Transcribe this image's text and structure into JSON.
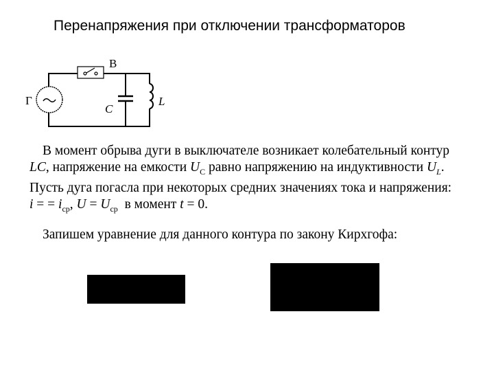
{
  "title": "Перенапряжения при отключении трансформаторов",
  "circuit": {
    "generator_label": "Г",
    "generator_symbol": "~",
    "switch_label": "В",
    "capacitor_label": "C",
    "inductor_label": "L"
  },
  "paragraph": {
    "line1": "В момент обрыва дуги в выключателе возникает колебательный контур",
    "line2_a": "LC",
    "line2_b": ", напряжение на емкости ",
    "line2_uc": "U",
    "line2_uc_sub": "C",
    "line2_c": " равно напряжению на индуктивности ",
    "line2_ul": "U",
    "line2_ul_sub": "L",
    "line2_end": ".",
    "line3": "Пусть дуга погасла при некоторых средних значениях тока и напряжения:",
    "line4_i": "i",
    "line4_eq1": " = = ",
    "line4_icp": "i",
    "line4_icp_sub": "ср",
    "line4_comma": ", ",
    "line4_u": "U",
    "line4_eq2": " = ",
    "line4_ucp": "U",
    "line4_ucp_sub": "ср",
    "line4_moment": "  в момент ",
    "line4_t": "t",
    "line4_end": " = 0."
  },
  "kirchhoff_text": "Запишем уравнение для данного контура по закону Кирхгофа:",
  "formulas": [
    {
      "id": "formula-1",
      "color": "#000000"
    },
    {
      "id": "formula-2",
      "color": "#000000"
    }
  ]
}
